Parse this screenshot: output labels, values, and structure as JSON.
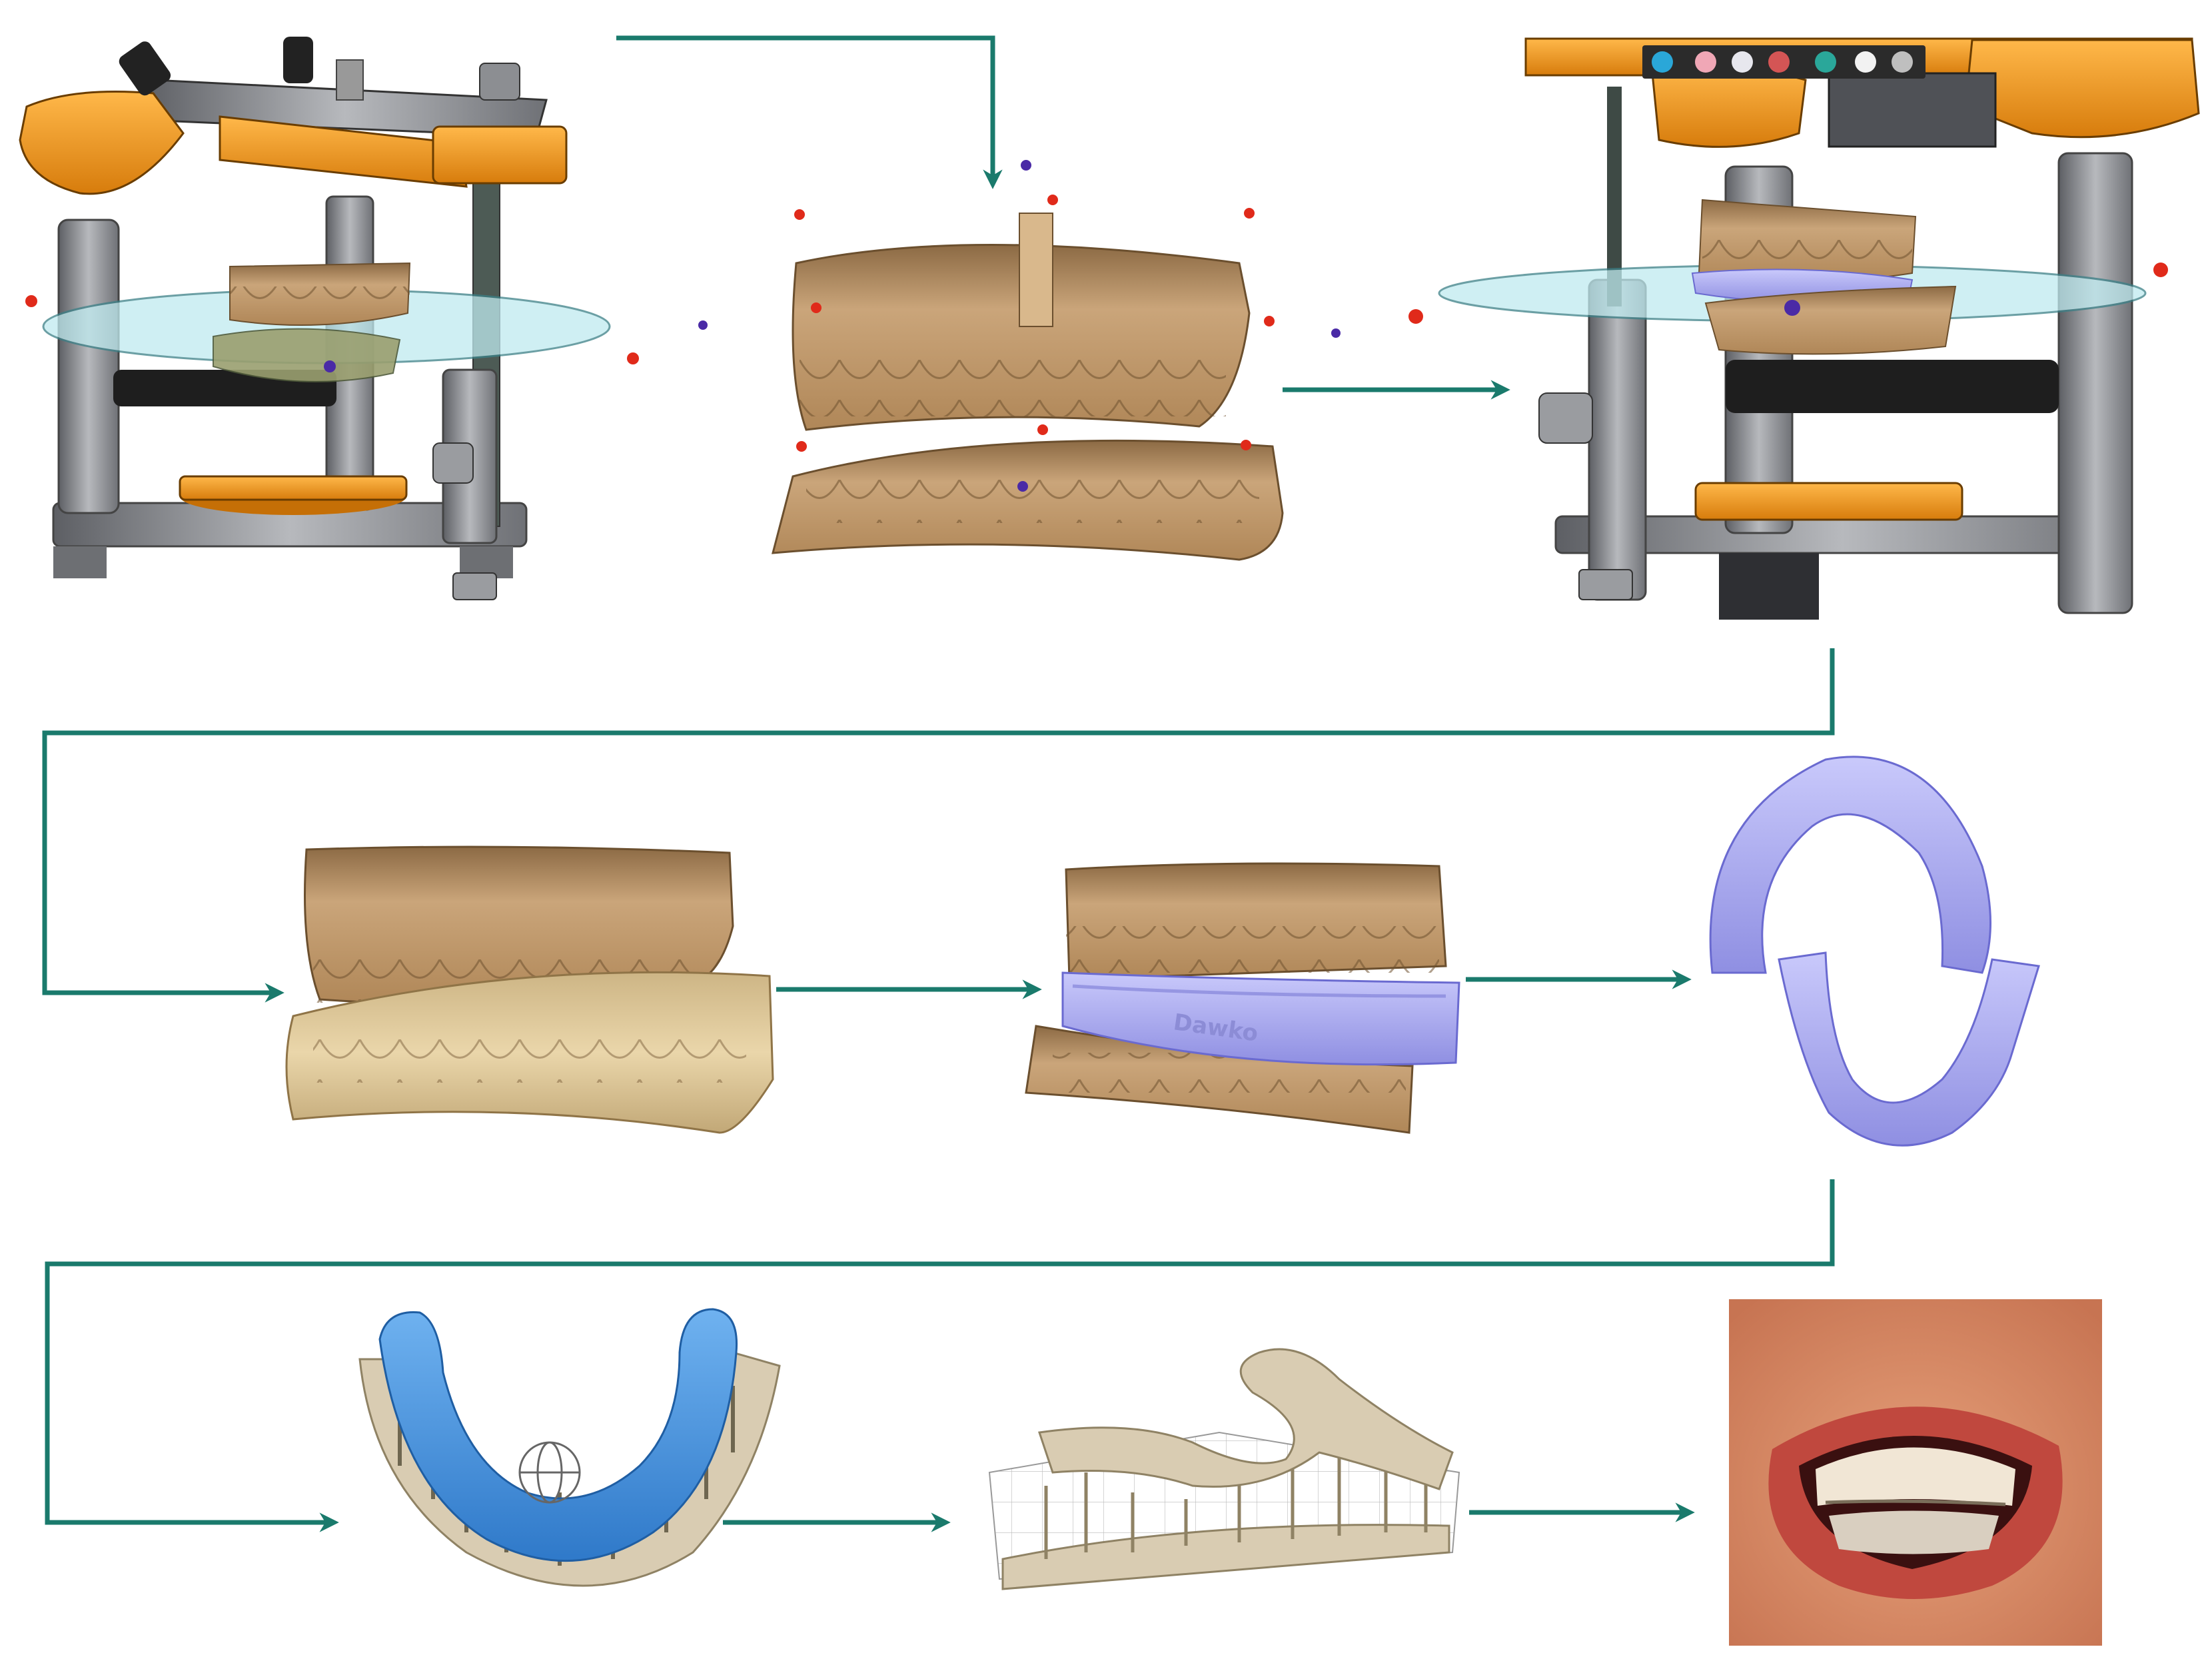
{
  "colors": {
    "arrow": "#1a7a6c",
    "background": "#ffffff",
    "model_tan": "#c9a57a",
    "model_tan_dark": "#8c6a44",
    "model_cream": "#e5cfa2",
    "splint_lavender": "#a8a8ee",
    "splint_blue": "#3f8fdc",
    "articulator_orange": "#f29a1f",
    "articulator_grey": "#8f9196",
    "plane_cyan": "#bfeaef",
    "print_base": "#d9ccb2",
    "lip_red": "#c0483e",
    "skin": "#d48862"
  },
  "panels": [
    {
      "id": "articulator-mount",
      "icon": "articulator-icon"
    },
    {
      "id": "scanned-models",
      "icon": "dental-model-icon"
    },
    {
      "id": "virtual-articulation",
      "icon": "articulator-icon"
    },
    {
      "id": "occlusion-setup",
      "icon": "dental-model-icon"
    },
    {
      "id": "splint-design",
      "icon": "splint-icon"
    },
    {
      "id": "splint-shells",
      "icon": "splint-icon"
    },
    {
      "id": "print-supports",
      "icon": "support-structure-icon"
    },
    {
      "id": "printed-splint",
      "icon": "printed-part-icon"
    },
    {
      "id": "patient-fitting",
      "icon": "patient-photo-icon"
    }
  ],
  "splint_imprint": "Dawko"
}
